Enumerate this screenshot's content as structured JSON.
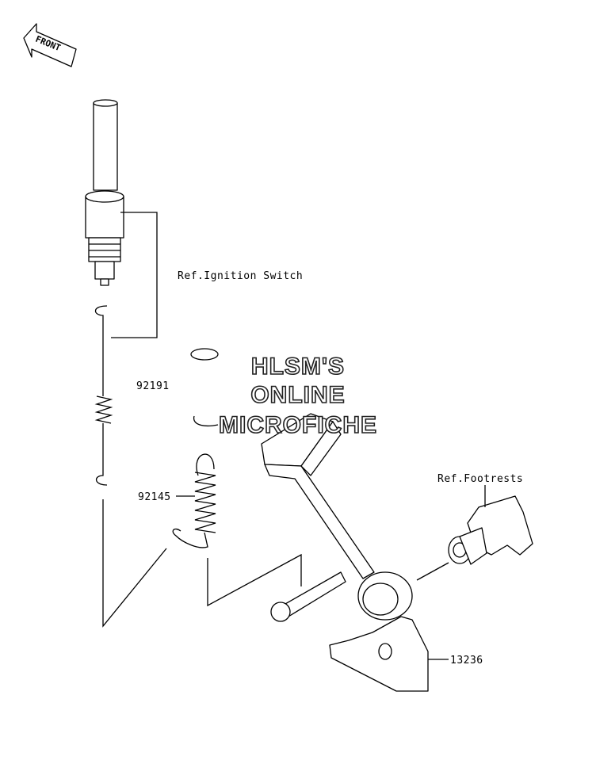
{
  "orientation": {
    "label": "FRONT"
  },
  "callouts": {
    "ignition_ref": "Ref.Ignition Switch",
    "part_92191": "92191",
    "part_92145": "92145",
    "footrest_ref": "Ref.Footrests",
    "part_13236": "13236"
  },
  "watermark": {
    "line1": "HLSM'S",
    "line2": "ONLINE",
    "line3": "MICROFICHE"
  }
}
